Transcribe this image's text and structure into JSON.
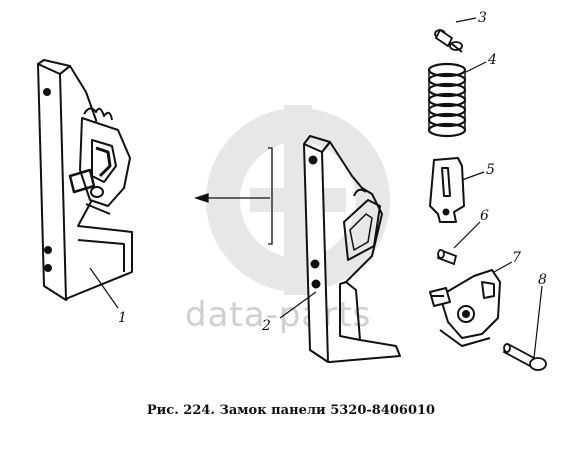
{
  "caption": "Рис. 224. Замок панели 5320-8406010",
  "watermark": "data-parts",
  "part_labels": {
    "p1": "1",
    "p2": "2",
    "p3": "3",
    "p4": "4",
    "p5": "5",
    "p6": "6",
    "p7": "7",
    "p8": "8"
  },
  "colors": {
    "ink": "#111111",
    "watermark": "#d2d2d2"
  },
  "icons": {
    "watermark_logo": "data-parts-logo"
  }
}
